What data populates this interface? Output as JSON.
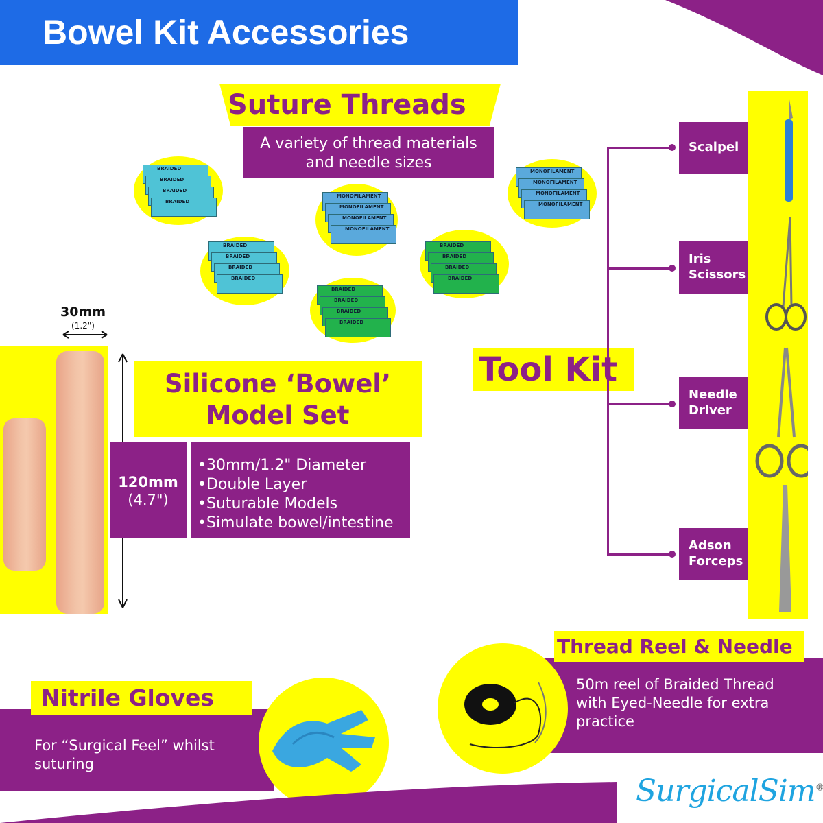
{
  "header": {
    "title": "Bowel Kit Accessories"
  },
  "suture": {
    "title": "Suture Threads",
    "subtitle_line1": "A variety of thread materials",
    "subtitle_line2": "and needle sizes",
    "packs": [
      {
        "label": "BRAIDED",
        "color": "#4fc3d6"
      },
      {
        "label": "MONOFILAMENT",
        "color": "#5aa9dc"
      },
      {
        "label": "MONOFILAMENT",
        "color": "#5aa9dc"
      },
      {
        "label": "BRAIDED",
        "color": "#4fc3d6"
      },
      {
        "label": "BRAIDED",
        "color": "#22b24c"
      },
      {
        "label": "BRAIDED",
        "color": "#22b24c"
      }
    ]
  },
  "toolkit": {
    "title": "Tool Kit",
    "items": [
      {
        "line1": "Scalpel",
        "line2": ""
      },
      {
        "line1": "Iris",
        "line2": "Scissors"
      },
      {
        "line1": "Needle",
        "line2": "Driver"
      },
      {
        "line1": "Adson",
        "line2": "Forceps"
      }
    ]
  },
  "silicone": {
    "width_label": "30mm",
    "width_sub": "(1.2\")",
    "title_line1": "Silicone ‘Bowel’",
    "title_line2": "Model Set",
    "length_label": "120mm",
    "length_sub": "(4.7\")",
    "features": [
      "•30mm/1.2\" Diameter",
      "•Double Layer",
      "•Suturable Models",
      "•Simulate bowel/intestine"
    ]
  },
  "reel": {
    "title": "Thread Reel & Needle",
    "line1": "50m reel of Braided Thread",
    "line2": "with Eyed-Needle for extra",
    "line3": "practice"
  },
  "gloves": {
    "title": "Nitrile Gloves",
    "line1": "For “Surgical Feel” whilst",
    "line2": "suturing"
  },
  "brand": {
    "name": "SurgicalSim",
    "mark": "®"
  },
  "colors": {
    "purple": "#8c2187",
    "yellow": "#ffff00",
    "blue": "#1e6be6"
  }
}
